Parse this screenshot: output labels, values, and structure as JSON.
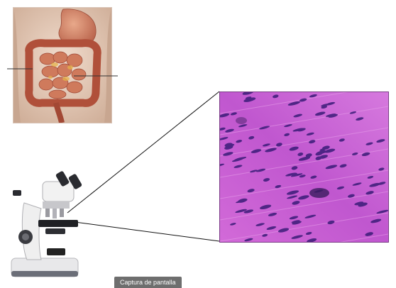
{
  "caption": {
    "label": "Captura de pantalla"
  },
  "images": {
    "anatomy": "abdominal-intestines-illustration",
    "histology": "smooth-muscle-tissue-micrograph",
    "instrument": "light-microscope"
  },
  "colors": {
    "background": "#ffffff",
    "caption_bg": "#6e6e6e",
    "stain_pink": "#c45ad0",
    "nuclei": "#3a1c78",
    "skin": "#e9d3c3",
    "intestine": "#b7573c"
  }
}
